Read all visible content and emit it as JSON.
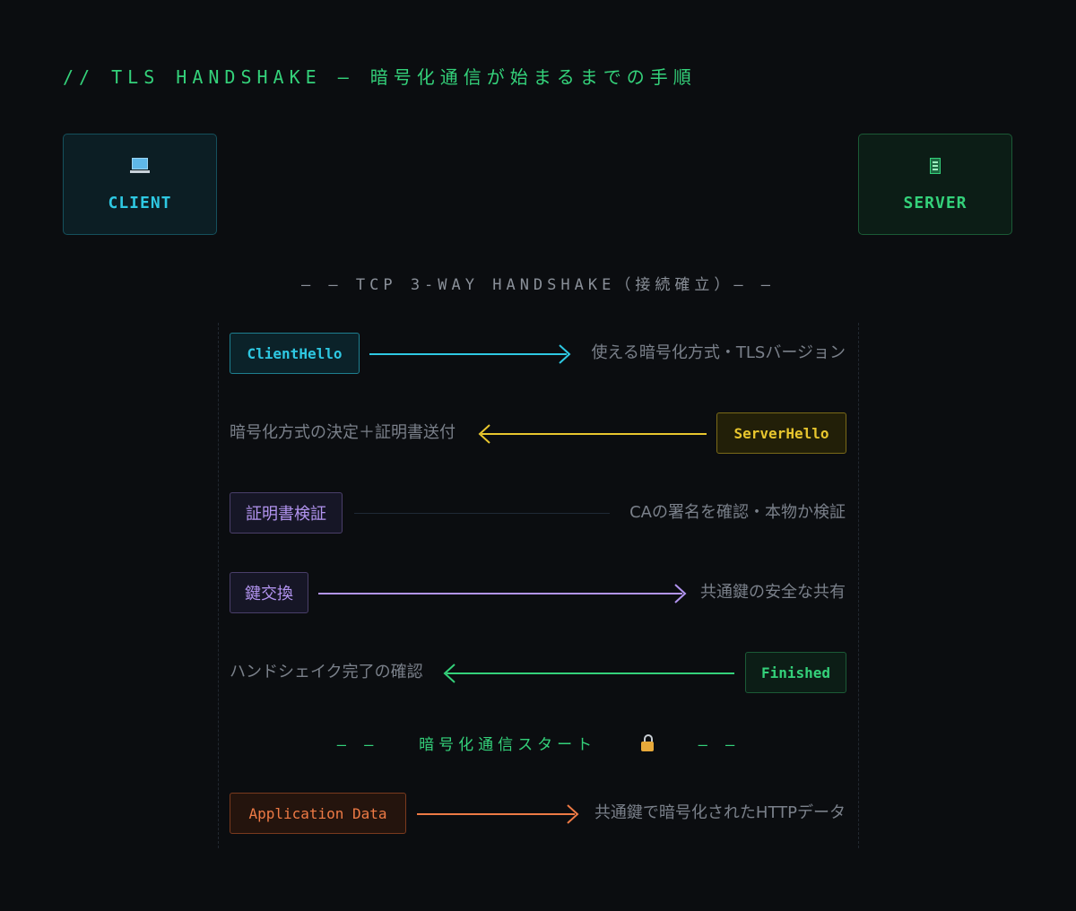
{
  "title": "// TLS HANDSHAKE – 暗号化通信が始まるまでの手順",
  "client": {
    "label": "CLIENT",
    "icon": "laptop-icon"
  },
  "server": {
    "label": "SERVER",
    "icon": "server-icon"
  },
  "tcp_separator": "– –  TCP 3-WAY HANDSHAKE（接続確立）– –",
  "tls_separator": {
    "left": "– –",
    "text": "暗号化通信スタート",
    "right": "– –",
    "icon": "lock-icon"
  },
  "steps": [
    {
      "label": "ClientHello",
      "note": "使える暗号化方式・TLSバージョン",
      "direction": "client-to-server",
      "color": "#2ec8e2"
    },
    {
      "label": "ServerHello",
      "note": "暗号化方式の決定＋証明書送付",
      "direction": "server-to-client",
      "color": "#e8c62e"
    },
    {
      "label": "証明書検証",
      "note": "CAの署名を確認・本物か検証",
      "direction": "local",
      "color": "#b294f0"
    },
    {
      "label": "鍵交換",
      "note": "共通鍵の安全な共有",
      "direction": "client-to-server",
      "color": "#b294f0"
    },
    {
      "label": "Finished",
      "note": "ハンドシェイク完了の確認",
      "direction": "server-to-client",
      "color": "#34d17a"
    },
    {
      "label": "Application Data",
      "note": "共通鍵で暗号化されたHTTPデータ",
      "direction": "client-to-server",
      "color": "#ee7a45"
    }
  ]
}
